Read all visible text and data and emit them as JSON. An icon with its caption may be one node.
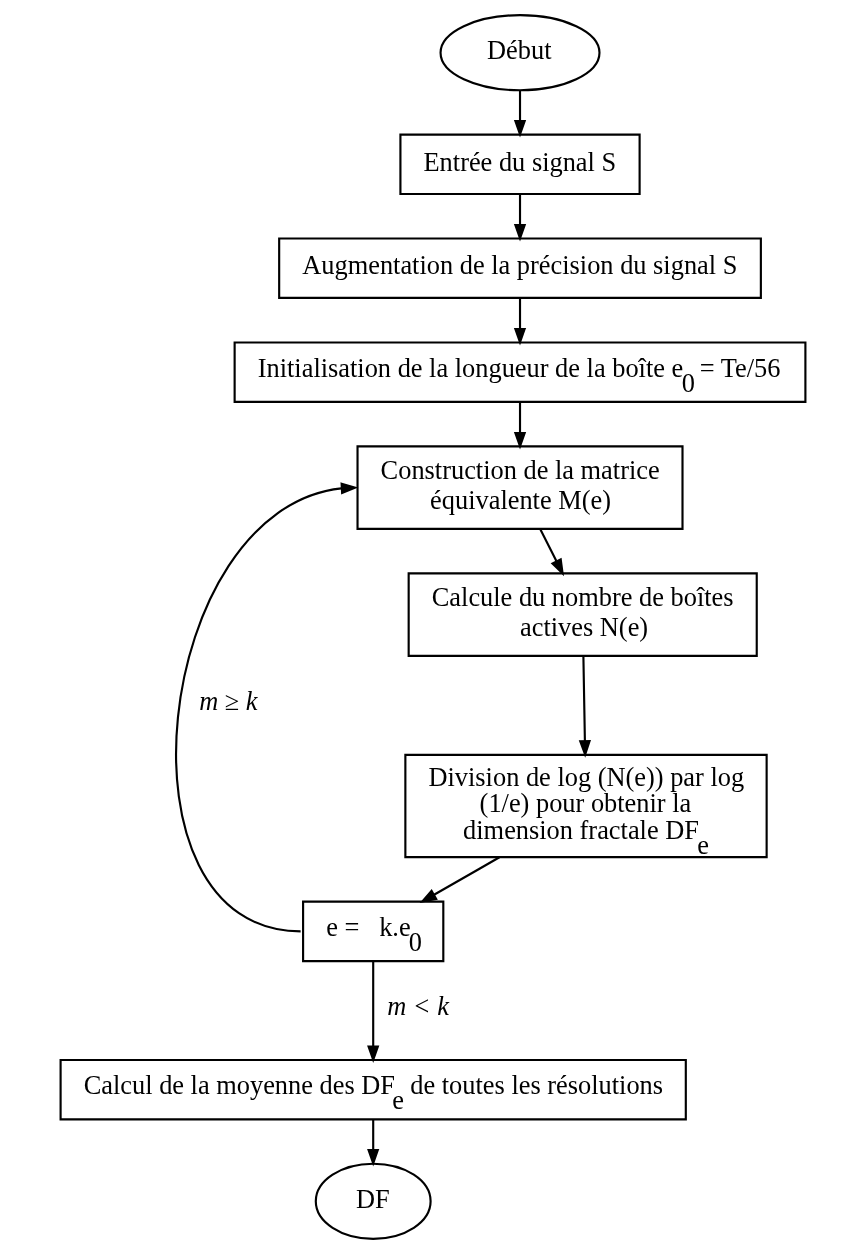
{
  "diagram": {
    "nodes": [
      {
        "text": [
          "Début"
        ]
      },
      {
        "text": [
          "Entrée du signal S"
        ]
      },
      {
        "text": [
          "Augmentation de la précision du signal S"
        ]
      },
      {
        "text": [
          "Initialisation de la longueur de la boîte e$_{0}$ = Te/56"
        ]
      },
      {
        "text": [
          "Construction de la matrice équivalente M(e)"
        ]
      },
      {
        "text": [
          "Calcule du nombre de boîtes actives N(e)"
        ]
      },
      {
        "text": [
          "Division de log (N(e)) par log (1/e) pour obtenir la dimension fractale DF$_{e}$"
        ]
      },
      {
        "text": [
          "e =   k.e$_{0}$"
        ]
      },
      {
        "text": [
          "Calcul de la moyenne des DF$_{e}$ de toutes les résolutions"
        ]
      },
      {
        "text": [
          "DF"
        ]
      }
    ],
    "edges": [
      {
        "from": 0,
        "to": 1,
        "arrow": "to"
      },
      {
        "from": 1,
        "to": 2,
        "arrow": "to"
      },
      {
        "from": 2,
        "to": 3,
        "arrow": "to"
      },
      {
        "from": 3,
        "to": 4,
        "arrow": "to"
      },
      {
        "from": 4,
        "to": 5,
        "arrow": "to"
      },
      {
        "from": 5,
        "to": 6,
        "arrow": "to"
      },
      {
        "from": 6,
        "to": 7,
        "arrow": "to"
      },
      {
        "from": 7,
        "to": 4,
        "arrow": "to",
        "label": "m ≥ k"
      },
      {
        "from": 7,
        "to": 8,
        "arrow": "to",
        "label": "m < k"
      },
      {
        "from": 8,
        "to": 9,
        "arrow": "to"
      }
    ]
  }
}
